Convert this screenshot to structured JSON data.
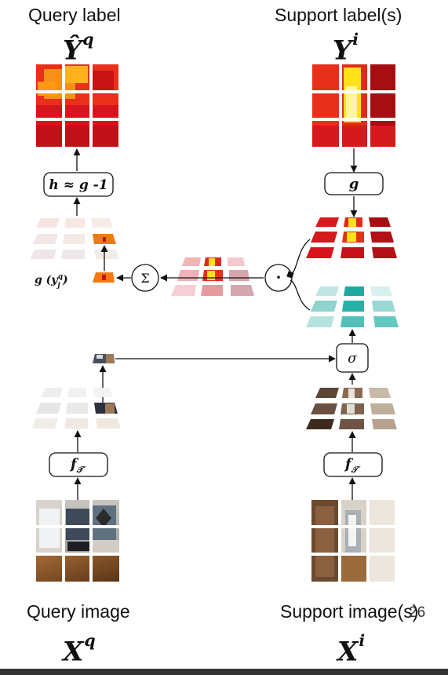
{
  "labels": {
    "query_label": "Query label",
    "support_label": "Support label(s)",
    "query_image": "Query image",
    "support_image": "Support image(s)"
  },
  "math": {
    "query_label_base": "Ŷ",
    "query_label_sup": "q",
    "support_label_base": "Y",
    "support_label_sup": "i",
    "query_image_base": "X",
    "query_image_sup": "q",
    "support_image_base": "X",
    "support_image_sup": "i"
  },
  "operators": {
    "h_inverse": "h ≈ g -1",
    "g": "g",
    "sum": "Σ",
    "dot": "·",
    "sigma": "σ",
    "f_query": "f",
    "f_support": "f",
    "f_subscript": "𝒯",
    "g_y_label": "g (y",
    "g_y_sub": "j",
    "g_y_sup": "q",
    "g_y_close": ")"
  },
  "page_number": "26",
  "colors": {
    "heat_dark": "#b3101a",
    "heat_mid": "#e4301c",
    "heat_orange": "#f07a10",
    "heat_yellow": "#ffe21a",
    "teal": "#3fb9b0",
    "teal_light": "#a8dfdb",
    "pink_faded": "#e7a0a4",
    "wood": "#8a5a30"
  }
}
